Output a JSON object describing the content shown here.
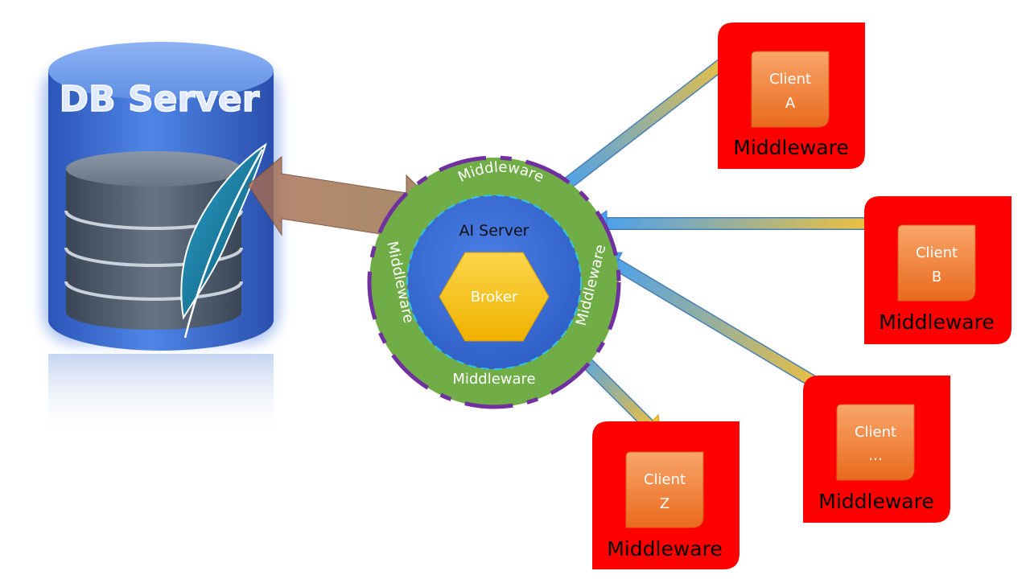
{
  "db_server": {
    "title": "DB Server"
  },
  "ai_server": {
    "title": "AI Server",
    "broker_label": "Broker",
    "ring_labels": {
      "top": "Middleware",
      "left": "Middleware",
      "right": "Middleware",
      "bottom": "Middleware"
    }
  },
  "clients": [
    {
      "line1": "Client",
      "line2": "A",
      "middleware": "Middleware"
    },
    {
      "line1": "Client",
      "line2": "B",
      "middleware": "Middleware"
    },
    {
      "line1": "Client",
      "line2": "…",
      "middleware": "Middleware"
    },
    {
      "line1": "Client",
      "line2": "Z",
      "middleware": "Middleware"
    }
  ],
  "colors": {
    "db_blue": "#3f6fd1",
    "ring_green": "#70ad47",
    "ring_purple": "#7030a0",
    "core_blue": "#3b6fd6",
    "broker_gold": "#f5bd0f",
    "client_red": "#ff0000",
    "client_orange": "#f37b2a",
    "arrow_blue": "#4aa2f3",
    "arrow_gold": "#f6c23c",
    "db_link_brown": "#9a6248"
  }
}
